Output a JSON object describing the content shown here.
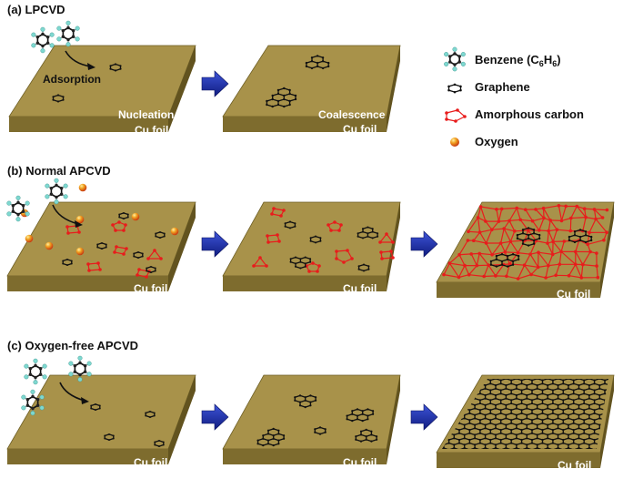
{
  "sections": {
    "a": {
      "title": "(a) LPCVD"
    },
    "b": {
      "title": "(b) Normal APCVD"
    },
    "c": {
      "title": "(c) Oxygen-free APCVD"
    }
  },
  "annotations": {
    "adsorption": "Adsorption",
    "nucleation": "Nucleation",
    "coalescence": "Coalescence",
    "substrate": "Cu foil"
  },
  "legend": {
    "benzene_prefix": "Benzene (C",
    "benzene_sub1": "6",
    "benzene_mid": "H",
    "benzene_sub2": "6",
    "benzene_suffix": ")",
    "graphene": "Graphene",
    "amorphous": "Amorphous carbon",
    "oxygen": "Oxygen"
  },
  "colors": {
    "foil_top": "#a8924a",
    "foil_front": "#7e6c2e",
    "foil_side": "#62531f",
    "arrow": "#1c2c9c",
    "graphene": "#111111",
    "amorphous": "#e81c1c",
    "oxygen": "#f0a020",
    "benzene_h": "#7ed8d0"
  }
}
